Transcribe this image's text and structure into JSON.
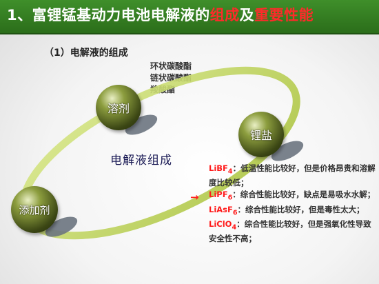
{
  "header": {
    "prefix": "1、富锂锰基动力电池电解液的",
    "hl1": "组成",
    "mid": "及",
    "hl2": "重要性能"
  },
  "subtitle": "（1）电解液的组成",
  "solvents": [
    "环状碳酸酯",
    "链状碳酸酯",
    "羧酸酯"
  ],
  "nodes": {
    "solvent": "溶剂",
    "salt": "锂盐",
    "additive": "添加剂"
  },
  "center_label": "电解液组成",
  "arrow": "→",
  "salts": [
    {
      "name": "LiBF",
      "sub": "4",
      "desc": "：低温性能比较好，但是价格昂贵和溶解度比较低；"
    },
    {
      "name": "LiPF",
      "sub": "6",
      "desc": "：综合性能比较好，缺点是易吸水水解；"
    },
    {
      "name": "LiAsF",
      "sub": "6",
      "desc": "：综合性能比较好，但是毒性太大；"
    },
    {
      "name": "LiClO",
      "sub": "4",
      "desc": "：综合性能比较好，但是强氧化性导致安全性不高；"
    }
  ],
  "colors": {
    "title_bg": "#2e7520",
    "highlight": "#ff2a2a",
    "ring": "#b8cf4a"
  }
}
